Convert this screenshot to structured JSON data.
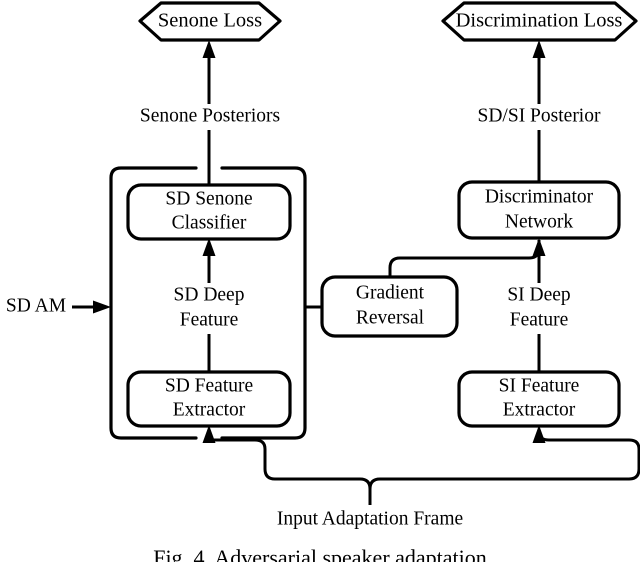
{
  "figure": {
    "caption_partial": "Fig. 4.  Adversarial speaker adaptation",
    "nodes": {
      "senone_loss": "Senone Loss",
      "discrimination_loss": "Discrimination Loss",
      "sd_senone_classifier_line1": "SD Senone",
      "sd_senone_classifier_line2": "Classifier",
      "discriminator_line1": "Discriminator",
      "discriminator_line2": "Network",
      "gradient_reversal_line1": "Gradient",
      "gradient_reversal_line2": "Reversal",
      "sd_feature_extractor_line1": "SD Feature",
      "sd_feature_extractor_line2": "Extractor",
      "si_feature_extractor_line1": "SI Feature",
      "si_feature_extractor_line2": "Extractor"
    },
    "edge_labels": {
      "senone_posteriors": "Senone Posteriors",
      "sd_si_posterior": "SD/SI Posterior",
      "sd_deep_feature_line1": "SD Deep",
      "sd_deep_feature_line2": "Feature",
      "si_deep_feature_line1": "SI Deep",
      "si_deep_feature_line2": "Feature",
      "sd_am": "SD AM",
      "input_adaptation_frame": "Input Adaptation Frame"
    },
    "colors": {
      "stroke": "#000000",
      "fill": "#ffffff",
      "background": "#ffffff"
    }
  }
}
